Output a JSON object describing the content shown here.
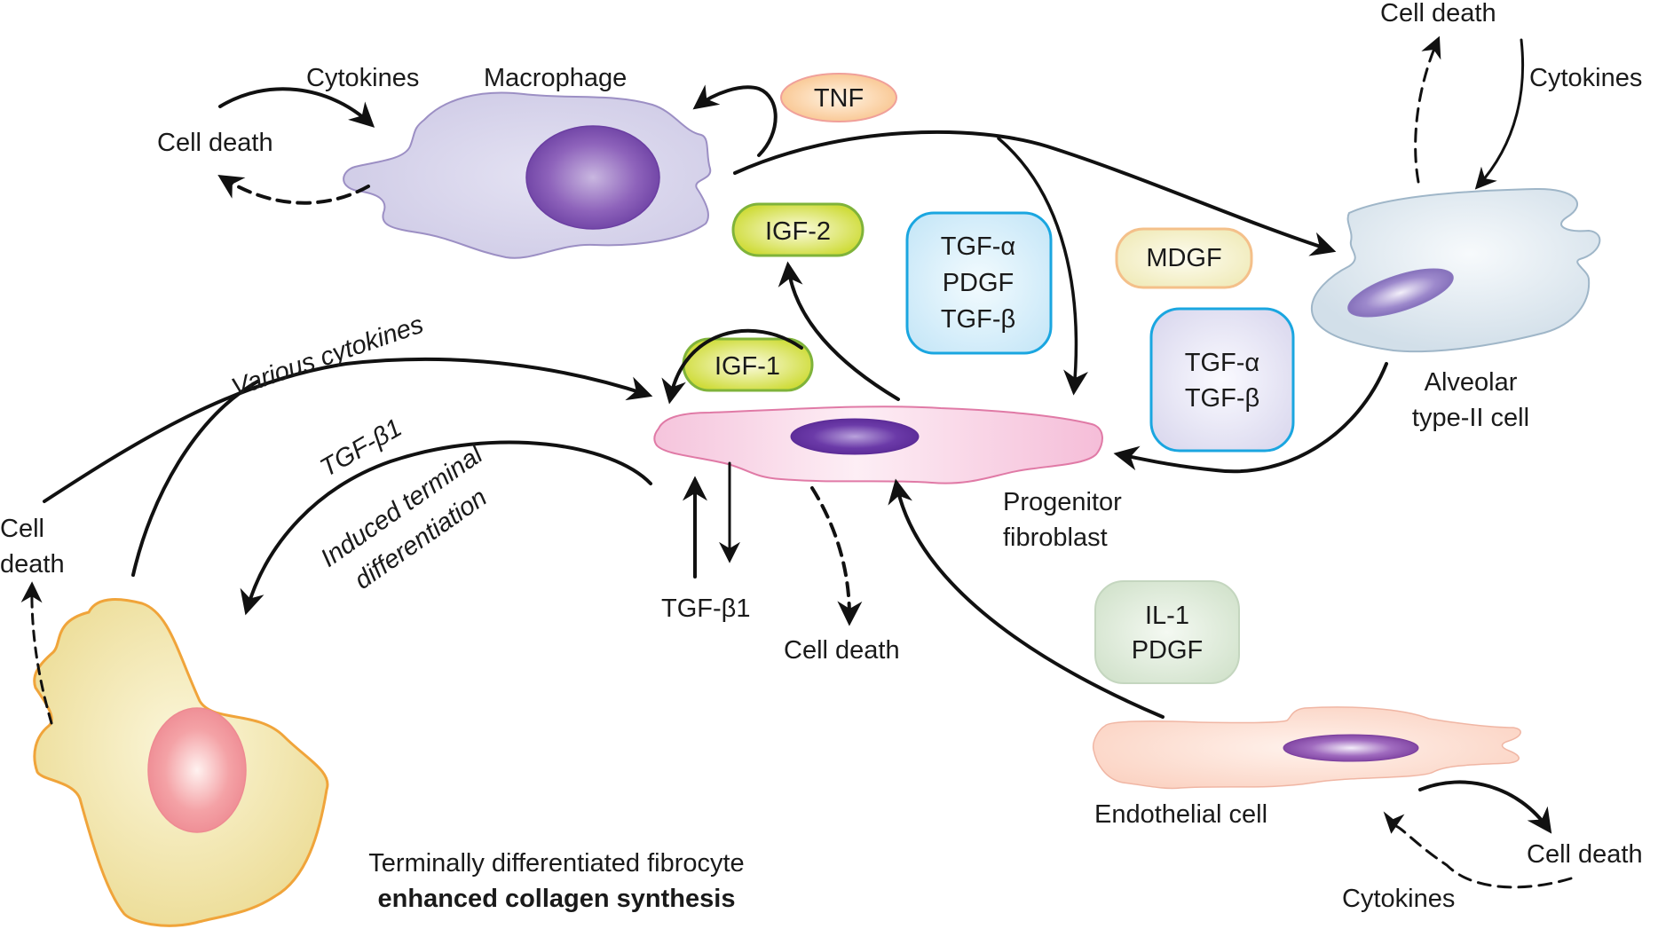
{
  "diagram": {
    "title": "Cellular interactions in fibrosis",
    "cells": {
      "macrophage": {
        "label": "Macrophage",
        "fill": "#d6d3ea",
        "stroke": "#9c8fc4",
        "nucleus": "#7a4ea8"
      },
      "alveolar": {
        "label_line1": "Alveolar",
        "label_line2": "type-II cell",
        "fill": "#dde7ef",
        "stroke": "#9fb6c8",
        "nucleus": "#7d66b3"
      },
      "fibroblast": {
        "label_line1": "Progenitor",
        "label_line2": "fibroblast",
        "fill": "#f8cde2",
        "stroke": "#e07aa6",
        "nucleus": "#6a3ca3"
      },
      "endothelial": {
        "label": "Endothelial cell",
        "fill": "#fbd9cc",
        "stroke": "#f0b6a4",
        "nucleus": "#8a4fa8"
      },
      "fibrocyte": {
        "label_line1": "Terminally differentiated fibrocyte",
        "label_line2": "enhanced collagen synthesis",
        "fill": "#f2e5a8",
        "stroke": "#f0a43a",
        "nucleus": "#f08f95"
      }
    },
    "factors": {
      "tnf": {
        "label": "TNF",
        "fill": "#fbd3a8",
        "stroke": "#f0a09a"
      },
      "igf2": {
        "label": "IGF-2",
        "fill": "#d8e24a",
        "stroke": "#7fb33a"
      },
      "igf1": {
        "label": "IGF-1",
        "fill": "#d8e24a",
        "stroke": "#7fb33a"
      },
      "box1": {
        "line1": "TGF-α",
        "line2": "PDGF",
        "line3": "TGF-β",
        "fill": "#d6eefa",
        "stroke": "#1aa6e0"
      },
      "mdgf": {
        "label": "MDGF",
        "fill": "#f6f0c4",
        "stroke": "#f4c08a"
      },
      "box2": {
        "line1": "TGF-α",
        "line2": "TGF-β",
        "fill": "#e4e2f2",
        "stroke": "#1aa6e0"
      },
      "il1pdgf": {
        "line1": "IL-1",
        "line2": "PDGF",
        "fill": "#dbe8d6",
        "stroke": "#c4d6bf"
      }
    },
    "labels": {
      "mac_cytokines": "Cytokines",
      "mac_cell_death": "Cell death",
      "alv_cell_death": "Cell death",
      "alv_cytokines": "Cytokines",
      "various_cytokines": "Various cytokines",
      "tgfb1_italic": "TGF-β1",
      "induced_line1": "Induced terminal",
      "induced_line2": "differentiation",
      "left_cell_death_1": "Cell",
      "left_cell_death_2": "death",
      "tgfb1_center": "TGF-β1",
      "fib_cell_death": "Cell death",
      "endo_cell_death": "Cell death",
      "endo_cytokines": "Cytokines"
    }
  }
}
